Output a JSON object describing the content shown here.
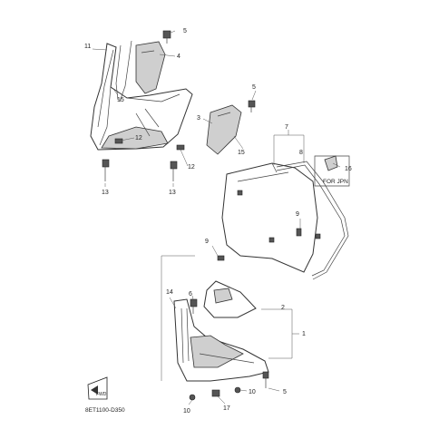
{
  "diagram": {
    "callouts": [
      {
        "id": "c1",
        "text": "1"
      },
      {
        "id": "c2",
        "text": "2"
      },
      {
        "id": "c3",
        "text": "3"
      },
      {
        "id": "c4",
        "text": "4"
      },
      {
        "id": "c5a",
        "text": "5"
      },
      {
        "id": "c5b",
        "text": "5"
      },
      {
        "id": "c5c",
        "text": "5"
      },
      {
        "id": "c6",
        "text": "6"
      },
      {
        "id": "c7",
        "text": "7"
      },
      {
        "id": "c8",
        "text": "8"
      },
      {
        "id": "c9a",
        "text": "9"
      },
      {
        "id": "c9b",
        "text": "9"
      },
      {
        "id": "c10a",
        "text": "10"
      },
      {
        "id": "c10b",
        "text": "10"
      },
      {
        "id": "c11",
        "text": "11"
      },
      {
        "id": "c12a",
        "text": "12"
      },
      {
        "id": "c12b",
        "text": "12"
      },
      {
        "id": "c13a",
        "text": "13"
      },
      {
        "id": "c13b",
        "text": "13"
      },
      {
        "id": "c14",
        "text": "14"
      },
      {
        "id": "c15a",
        "text": "15"
      },
      {
        "id": "c15b",
        "text": "15"
      },
      {
        "id": "c16",
        "text": "16"
      },
      {
        "id": "c17",
        "text": "17"
      }
    ],
    "region_note": "FOR JPN",
    "diagram_code": "8ET1100-D350",
    "front_marker": "FWD"
  }
}
